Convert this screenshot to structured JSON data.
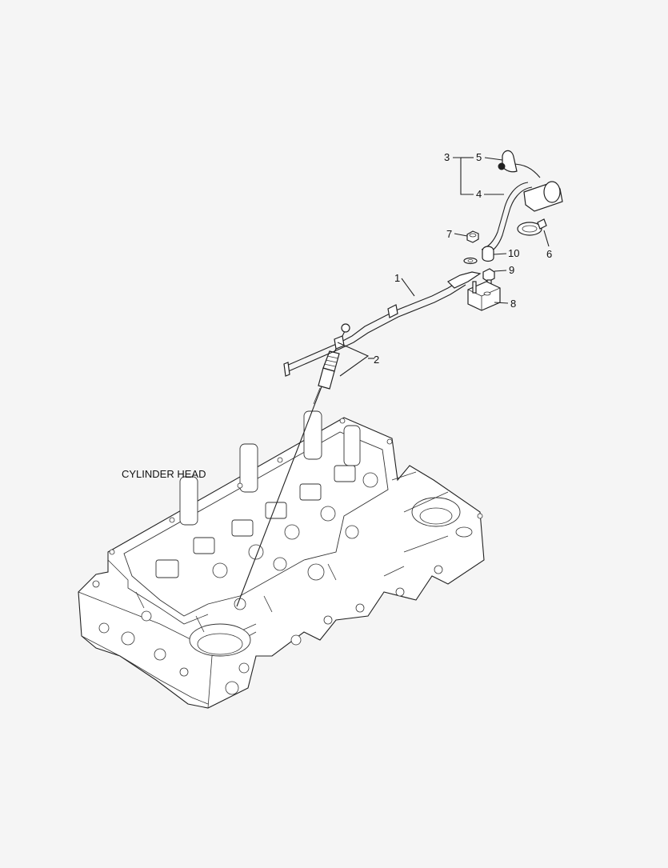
{
  "caption": "CYLINDER HEAD",
  "callouts": {
    "c1": "1",
    "c2": "2",
    "c3": "3",
    "c4": "4",
    "c5": "5",
    "c6": "6",
    "c7": "7",
    "c8": "8",
    "c9": "9",
    "c10": "10"
  },
  "icons": [
    "glow-plug",
    "wiring-harness",
    "cable",
    "clamp",
    "nut",
    "bolt",
    "cap-nut",
    "terminal-block",
    "cylinder-head"
  ]
}
